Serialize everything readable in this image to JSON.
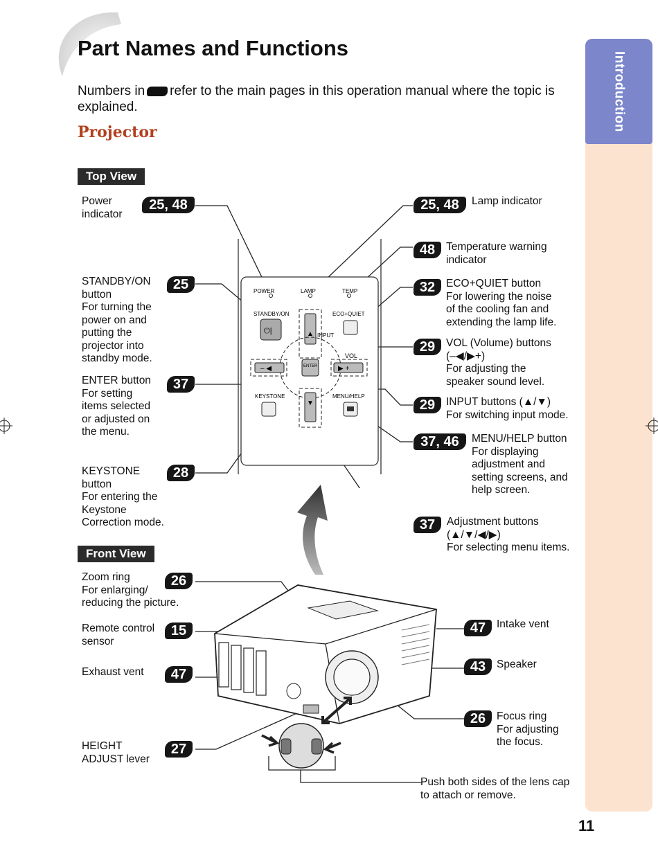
{
  "page": {
    "title": "Part Names and Functions",
    "intro_before": "Numbers in",
    "intro_after": "refer to the main pages in this operation manual where the topic is explained.",
    "section": "Projector",
    "side_tab": "Introduction",
    "page_number": "11"
  },
  "top_view": {
    "heading": "Top View",
    "left_items": [
      {
        "badge": "25, 48",
        "name": "Power\nindicator",
        "desc": ""
      },
      {
        "badge": "25",
        "name": "STANDBY/ON\nbutton",
        "desc": "For turning the\npower on and\nputting the\nprojector into\nstandby mode."
      },
      {
        "badge": "37",
        "name": "ENTER button",
        "desc": "For setting\nitems selected\nor adjusted on\nthe menu."
      },
      {
        "badge": "28",
        "name": "KEYSTONE\nbutton",
        "desc": "For entering the\nKeystone\nCorrection mode."
      }
    ],
    "right_items": [
      {
        "badge": "25, 48",
        "name": "Lamp indicator",
        "desc": ""
      },
      {
        "badge": "48",
        "name": "Temperature warning\nindicator",
        "desc": ""
      },
      {
        "badge": "32",
        "name": "ECO+QUIET button",
        "desc": "For lowering the noise\nof the cooling fan and\nextending the lamp life."
      },
      {
        "badge": "29",
        "name": "VOL (Volume) buttons\n(–◀/▶+)",
        "desc": "For adjusting the\nspeaker sound level."
      },
      {
        "badge": "29",
        "name": "INPUT buttons (▲/▼)",
        "desc": "For switching input mode."
      },
      {
        "badge": "37, 46",
        "name": "MENU/HELP button",
        "desc": "For displaying\nadjustment and\nsetting screens, and\nhelp screen."
      },
      {
        "badge": "37",
        "name": "Adjustment buttons\n(▲/▼/◀/▶)",
        "desc": "For selecting menu items."
      }
    ],
    "panel_labels": {
      "power": "POWER",
      "lamp": "LAMP",
      "temp": "TEMP",
      "standby_on": "STANDBY/ON",
      "eco_quiet": "ECO+QUIET",
      "input": "INPUT",
      "vol": "VOL",
      "enter": "ENTER",
      "keystone": "KEYSTONE",
      "menu_help": "MENU/HELP"
    }
  },
  "front_view": {
    "heading": "Front View",
    "left_items": [
      {
        "badge": "26",
        "name": "Zoom ring",
        "desc": "For enlarging/\nreducing the picture."
      },
      {
        "badge": "15",
        "name": "Remote control\nsensor",
        "desc": ""
      },
      {
        "badge": "47",
        "name": "Exhaust vent",
        "desc": ""
      },
      {
        "badge": "27",
        "name": "HEIGHT\nADJUST lever",
        "desc": ""
      }
    ],
    "right_items": [
      {
        "badge": "47",
        "name": "Intake vent",
        "desc": ""
      },
      {
        "badge": "43",
        "name": "Speaker",
        "desc": ""
      },
      {
        "badge": "26",
        "name": "Focus ring",
        "desc": "For adjusting\nthe focus."
      }
    ],
    "lens_cap_note": "Push both sides of the lens cap\nto attach or remove."
  }
}
